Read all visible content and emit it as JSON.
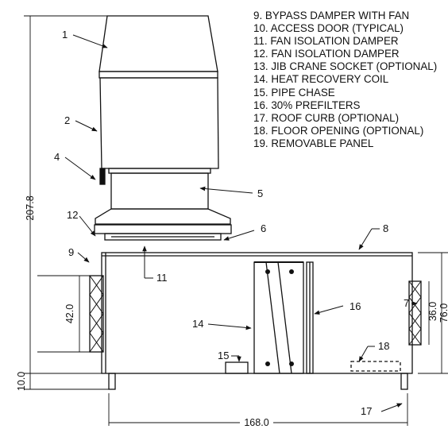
{
  "legend": [
    {
      "num": "9.",
      "text": "BYPASS DAMPER WITH FAN"
    },
    {
      "num": "10.",
      "text": "ACCESS DOOR (TYPICAL)"
    },
    {
      "num": "11.",
      "text": "FAN ISOLATION DAMPER"
    },
    {
      "num": "12.",
      "text": "FAN ISOLATION DAMPER"
    },
    {
      "num": "13.",
      "text": "JIB CRANE SOCKET (OPTIONAL)"
    },
    {
      "num": "14.",
      "text": "HEAT RECOVERY COIL"
    },
    {
      "num": "15.",
      "text": "PIPE CHASE"
    },
    {
      "num": "16.",
      "text": "30% PREFILTERS"
    },
    {
      "num": "17.",
      "text": "ROOF CURB (OPTIONAL)"
    },
    {
      "num": "18.",
      "text": "FLOOR OPENING (OPTIONAL)"
    },
    {
      "num": "19.",
      "text": "REMOVABLE PANEL"
    }
  ],
  "callouts": {
    "c1": "1",
    "c2": "2",
    "c4": "4",
    "c5": "5",
    "c6": "6",
    "c7": "7",
    "c8": "8",
    "c9": "9",
    "c11": "11",
    "c12": "12",
    "c14": "14",
    "c15": "15",
    "c16": "16",
    "c17": "17",
    "c18": "18"
  },
  "dimensions": {
    "overall_height": "207.8",
    "curb_height": "10.0",
    "inlet_height": "42.0",
    "outlet_height": "36.0",
    "cabinet_height": "76.0",
    "cabinet_length": "168.0"
  }
}
